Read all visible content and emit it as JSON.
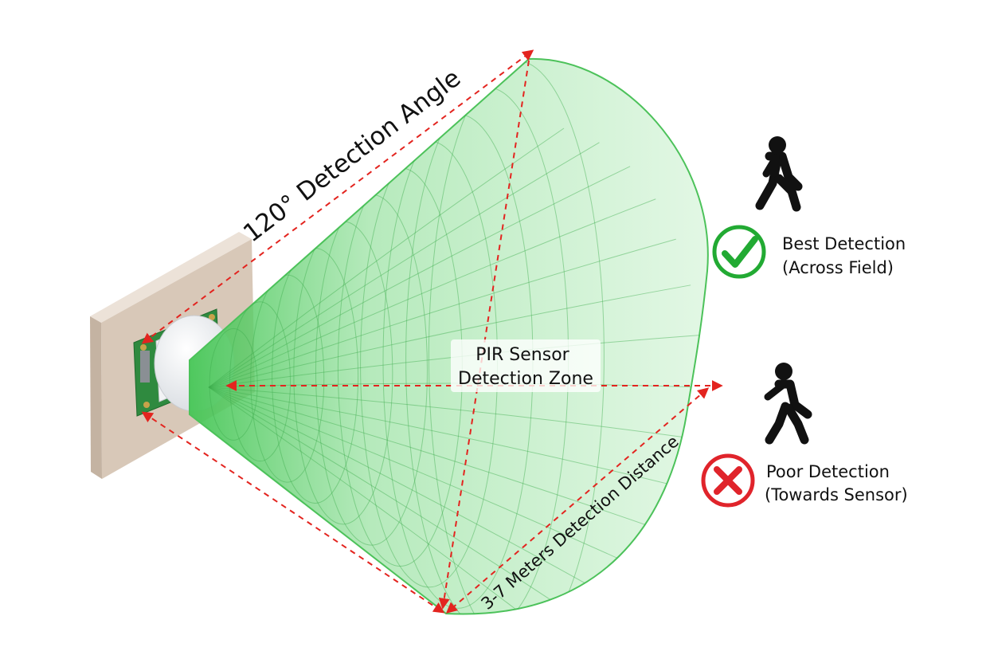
{
  "labels": {
    "angle": "120° Detection Angle",
    "zone_line1": "PIR Sensor",
    "zone_line2": "Detection Zone",
    "distance": "3-7 Meters Detection Distance"
  },
  "legend": {
    "best": {
      "line1": "Best Detection",
      "line2": "(Across Field)",
      "color": "#22aa33",
      "icon": "check-icon"
    },
    "poor": {
      "line1": "Poor Detection",
      "line2": "(Towards Sensor)",
      "color": "#e0242b",
      "icon": "cross-icon"
    }
  },
  "colors": {
    "zone_fill": "#5fd36a",
    "zone_stroke": "#4cc25a",
    "arrow": "#e3241f",
    "wall": "#d8c8b8",
    "pcb": "#2f8a3f"
  }
}
